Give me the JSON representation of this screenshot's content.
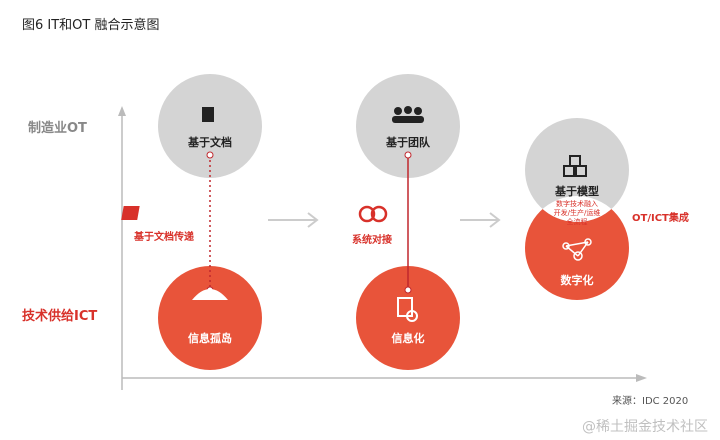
{
  "title": "图6 IT和OT 融合示意图",
  "axis": {
    "y_top_label": "制造业OT",
    "y_bottom_label": "技术供给ICT"
  },
  "stages": [
    {
      "top": "基于文档",
      "bottom": "信息孤岛",
      "link": "基于文档传递"
    },
    {
      "top": "基于团队",
      "bottom": "信息化",
      "link": "系统对接"
    },
    {
      "top": "基于模型",
      "bottom": "数字化",
      "overlap": [
        "数字技术融入",
        "开发/生产/运维",
        "全流程"
      ],
      "link": "OT/ICT集成"
    }
  ],
  "source": "来源：IDC 2020",
  "watermark": "@稀土掘金技术社区",
  "colors": {
    "red": "#e8543a",
    "gray": "#d4d4d4"
  }
}
